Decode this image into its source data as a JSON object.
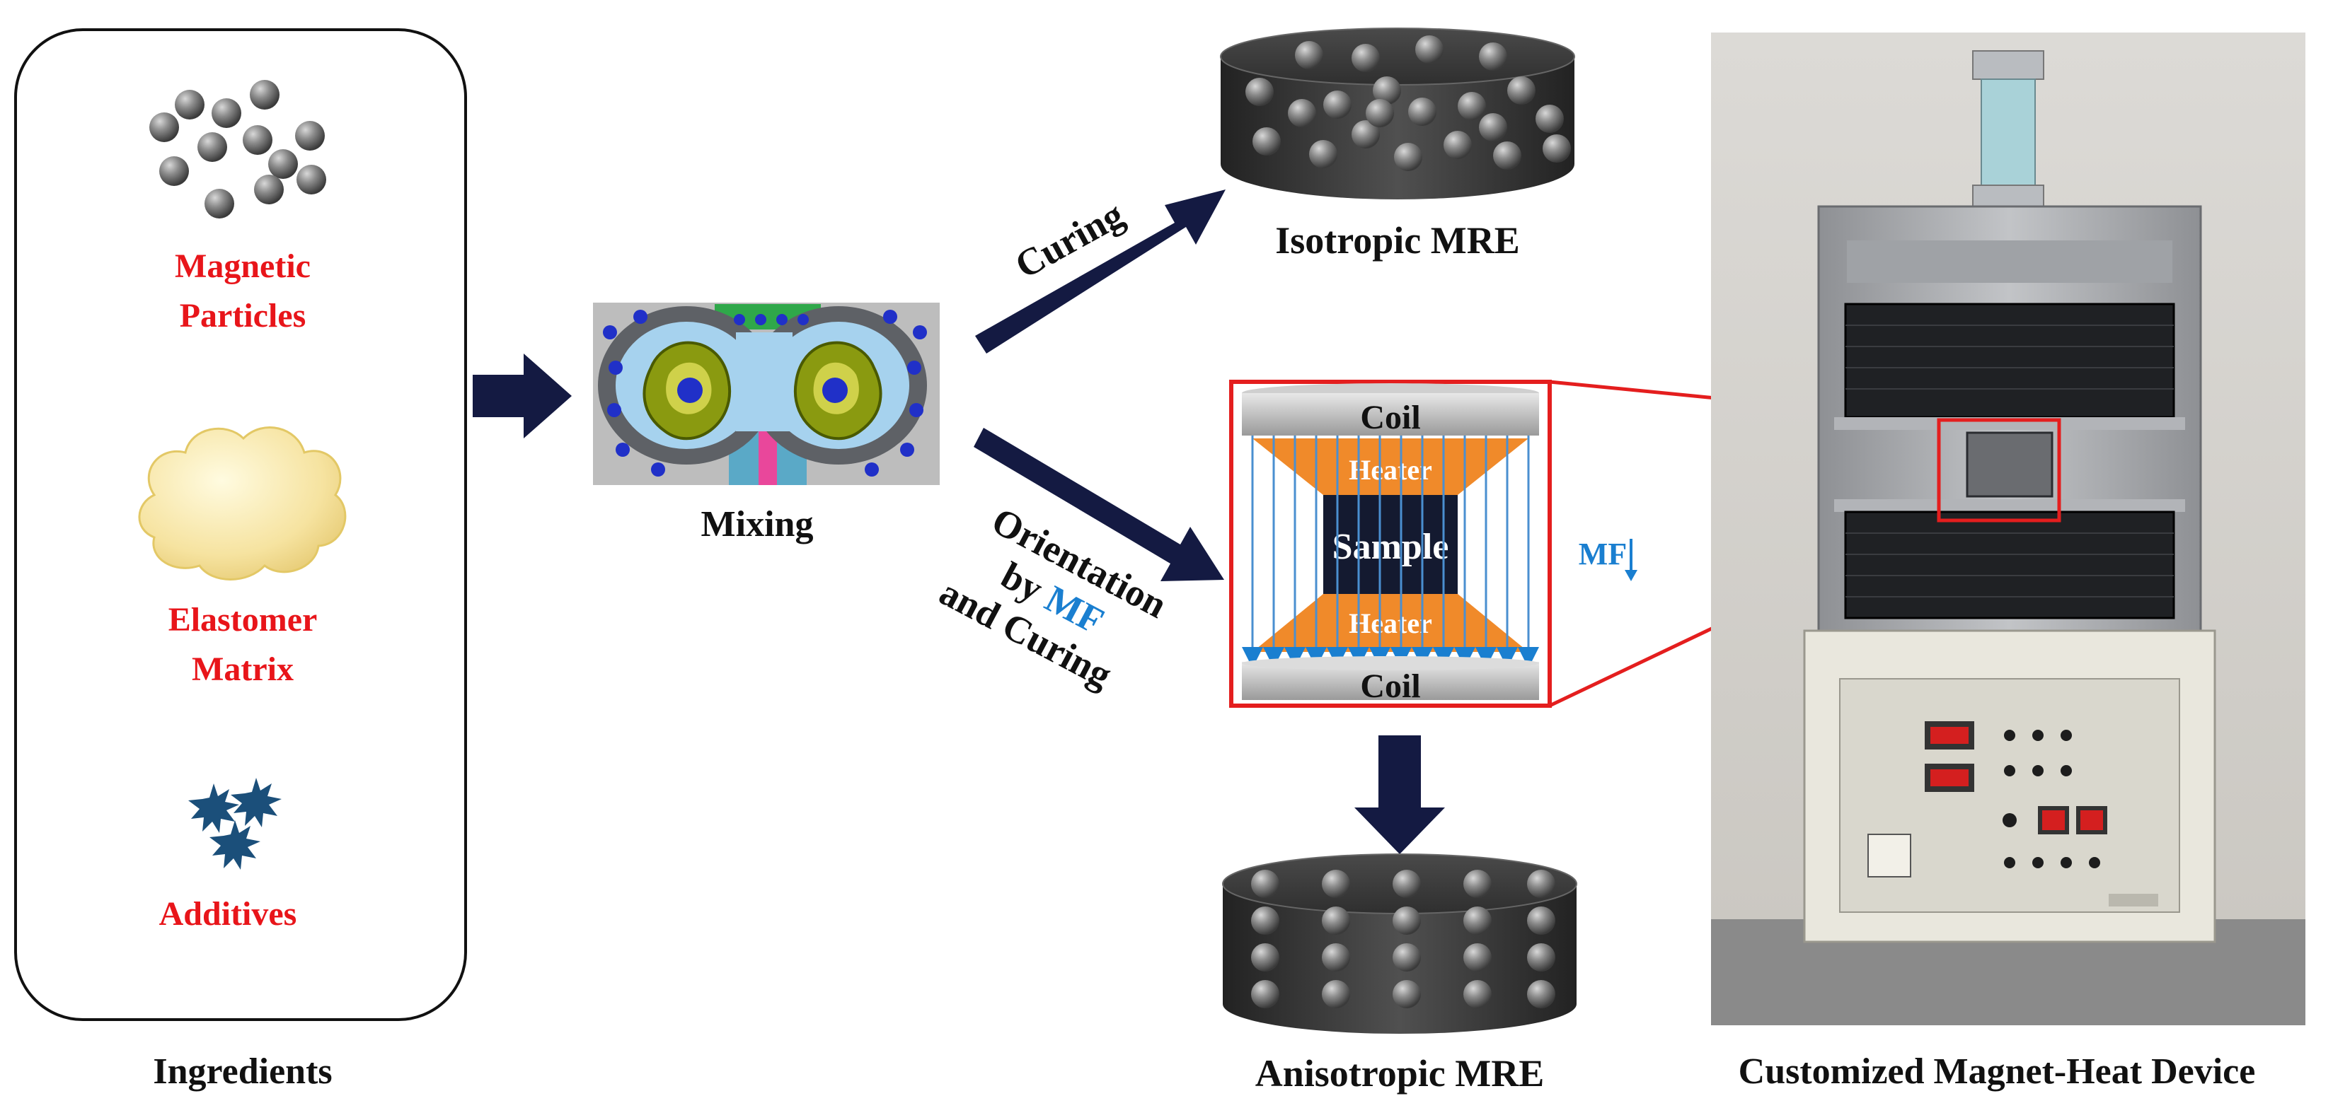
{
  "ingredients": {
    "title": "Ingredients",
    "magnetic_label_line1": "Magnetic",
    "magnetic_label_line2": "Particles",
    "elastomer_label_line1": "Elastomer",
    "elastomer_label_line2": "Matrix",
    "additives_label": "Additives"
  },
  "mixing": {
    "label": "Mixing"
  },
  "curing_label": "Curing",
  "orientation_label": {
    "line1": "Orientation",
    "line2_by": "by",
    "line2_mf": "MF",
    "line3": "and Curing"
  },
  "isotropic_label": "Isotropic MRE",
  "anisotropic_label": "Anisotropic MRE",
  "apparatus": {
    "coil_top": "Coil",
    "heater_top": "Heater",
    "sample": "Sample",
    "heater_bottom": "Heater",
    "coil_bottom": "Coil",
    "mf_label": "MF"
  },
  "device": {
    "label": "Customized Magnet-Heat Device"
  },
  "colors": {
    "red_label": "#e8151a",
    "navy_arrow": "#141a42",
    "mf_blue": "#1a7fd0",
    "heater_orange": "#f08a2a",
    "highlight_red": "#e41e1e"
  }
}
